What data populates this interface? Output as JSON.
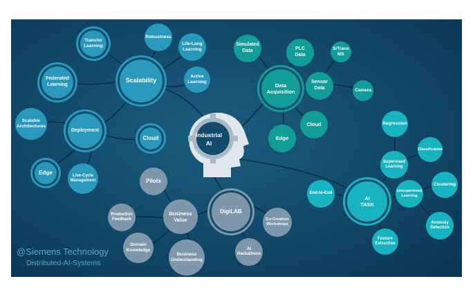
{
  "center": {
    "label": "Industrial\nAI"
  },
  "nodes": {
    "transfer_learning": "Transfer\nLearning",
    "robustness": "Robustness",
    "life_long_learning": "Life-Long\nLearning",
    "federated_learning": "Federated\nLearning",
    "scalability": "Scalability",
    "active_learning": "Active\nLearning",
    "scalable_architectures": "Scalable\nArchitectures",
    "deployment": "Deployment",
    "cloud_left": "Cloud",
    "edge_left": "Edge",
    "live_cycle_management": "Live-Cycle\nManagement",
    "simulated_data": "Simulated\nData",
    "plc_data": "PLC\nData",
    "s_trans_ms": "S/Trans\nMS",
    "data_acquisition": "Data\nAcquisition",
    "sensor_data": "Sensor\nData",
    "camera": "Camera",
    "cloud_right": "Cloud",
    "edge_right": "Edge",
    "regression": "Regression",
    "classification": "Classification",
    "supervised_learning": "Supervised\nLearning",
    "clustering": "Clustering",
    "end_to_end": "End-to-End",
    "ai_task": "AI\nTASK",
    "unsupervised_learning": "Unsupervised\nLearning",
    "anomaly_detection": "Anomaly\nDetection",
    "feature_extraction": "Feature\nExtraction",
    "pilots": "Pilots",
    "production_feedback": "Production\nFeedback",
    "business_value": "Business\nValue",
    "digilab": "DigiLAB",
    "co_creation_workshops": "Co-Creation\nWorkshops",
    "domain_knowledge": "Domain\nKnowledge",
    "business_understanding": "Business\nUnderstanding",
    "ai_hackathons": "AI\nHackathons"
  },
  "watermark": {
    "line1": "@Siemens Technology",
    "line2": "Distributed-AI-Systems"
  },
  "colors": {
    "background": "#134b6c",
    "scalability_group": "#2898bd",
    "data_group": "#129d98",
    "ai_task_group": "#18b3c0",
    "business_group": "#7f97ab",
    "head": "#dfe7ec"
  }
}
